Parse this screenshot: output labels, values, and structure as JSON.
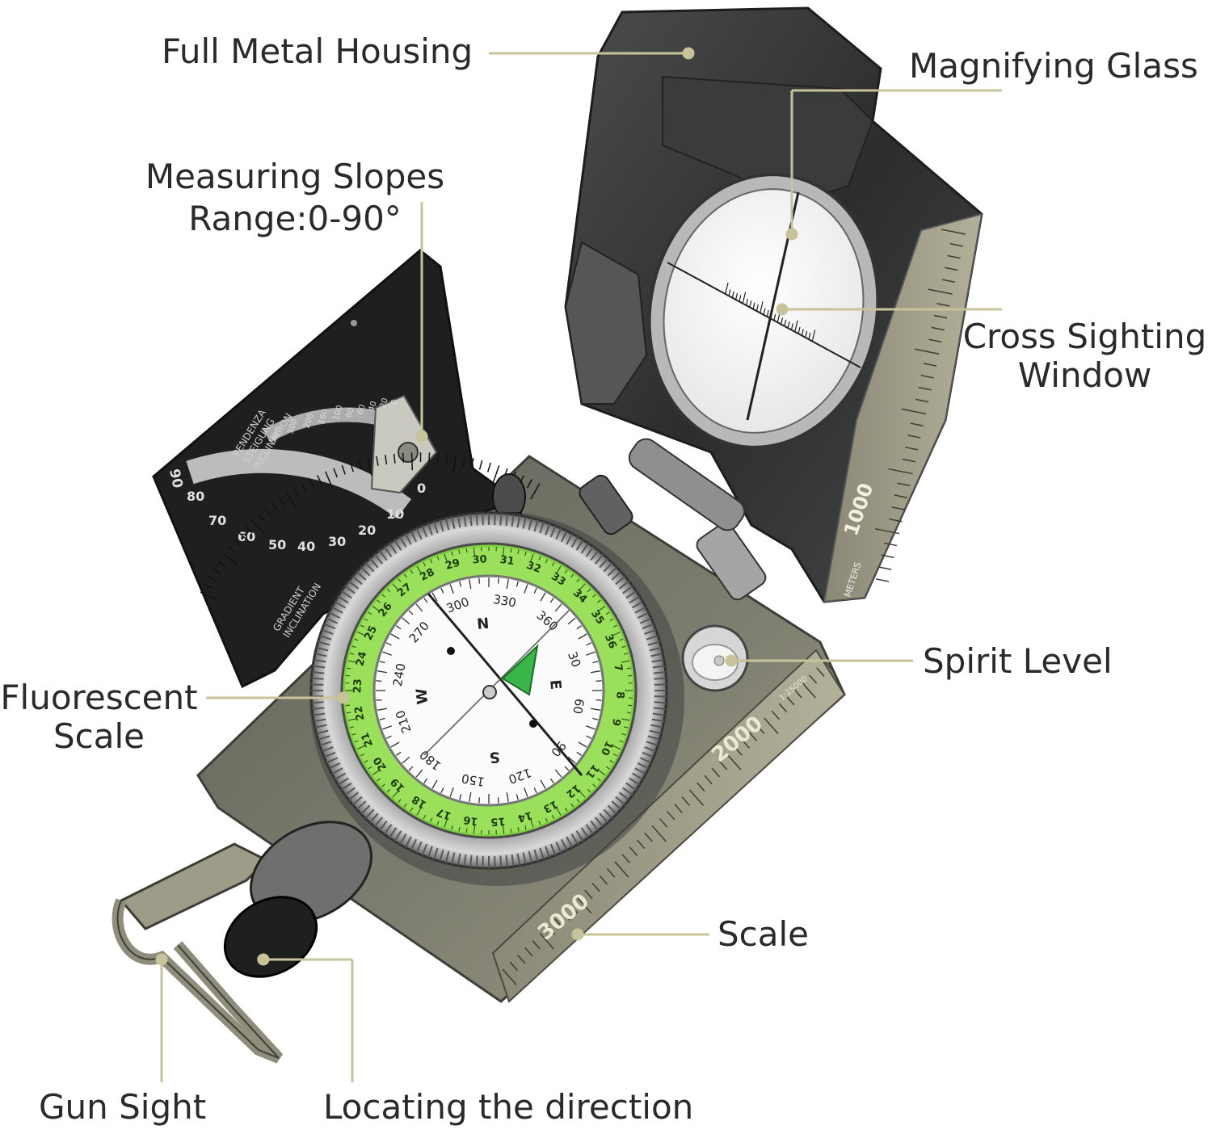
{
  "callouts": {
    "housing": "Full Metal Housing",
    "magnifier": "Magnifying Glass",
    "slopes_line1": "Measuring Slopes",
    "slopes_line2": "Range:0-90°",
    "cross_line1": "Cross Sighting",
    "cross_line2": "Window",
    "spirit": "Spirit Level",
    "fluor_line1": "Fluorescent",
    "fluor_line2": "Scale",
    "scale": "Scale",
    "gun": "Gun Sight",
    "locating": "Locating the direction"
  },
  "clinometer": {
    "head1": "PENDENZA",
    "head2": "STEIGUNG",
    "head3": "INCLINAGION",
    "foot1": "GRADIENT",
    "foot2": "INCLINATION",
    "degrees": [
      "90",
      "80",
      "70",
      "60",
      "50",
      "40",
      "30",
      "20",
      "10",
      "0"
    ],
    "gradient": [
      "400",
      "300",
      "200",
      "160",
      "100",
      "80",
      "60",
      "40",
      "20",
      "0"
    ]
  },
  "ruler": {
    "top": [
      "1000"
    ],
    "unit": "METERS",
    "mid": [
      "2000"
    ],
    "bottom": [
      "3000"
    ],
    "map_scale": "1:25000"
  },
  "bezel": [
    "28",
    "29",
    "30",
    "31",
    "32",
    "33",
    "34",
    "35",
    "36",
    "7",
    "8",
    "9",
    "10",
    "11",
    "12",
    "13",
    "14",
    "15",
    "16",
    "17",
    "18",
    "19",
    "20",
    "21",
    "22",
    "23",
    "24",
    "25",
    "26",
    "27"
  ],
  "dial": {
    "degrees": [
      "300",
      "330",
      "360",
      "30",
      "60",
      "90",
      "120",
      "150",
      "180",
      "210",
      "240",
      "270"
    ],
    "letters": [
      "N",
      "E",
      "S",
      "W"
    ]
  },
  "colors": {
    "accent_line": "#c7c39a",
    "fluorescent": "#9ae05a",
    "metal": "#7a7a6c",
    "body_dark": "#2e2f2f"
  }
}
